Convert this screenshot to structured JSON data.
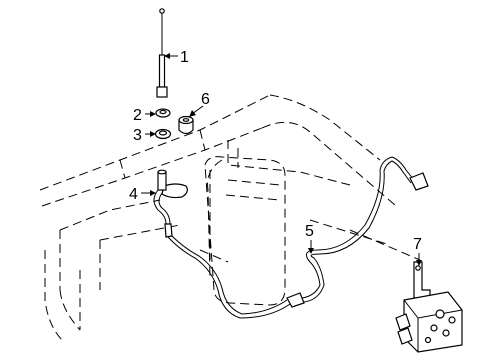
{
  "callouts": [
    {
      "id": "1",
      "label": "1"
    },
    {
      "id": "2",
      "label": "2"
    },
    {
      "id": "3",
      "label": "3"
    },
    {
      "id": "4",
      "label": "4"
    },
    {
      "id": "5",
      "label": "5"
    },
    {
      "id": "6",
      "label": "6"
    },
    {
      "id": "7",
      "label": "7"
    }
  ],
  "parts": [
    {
      "callout": "1",
      "name": "antenna-mast"
    },
    {
      "callout": "2",
      "name": "nut"
    },
    {
      "callout": "3",
      "name": "bezel"
    },
    {
      "callout": "4",
      "name": "antenna-base"
    },
    {
      "callout": "5",
      "name": "antenna-cable"
    },
    {
      "callout": "6",
      "name": "grommet"
    },
    {
      "callout": "7",
      "name": "module-with-bracket"
    }
  ]
}
